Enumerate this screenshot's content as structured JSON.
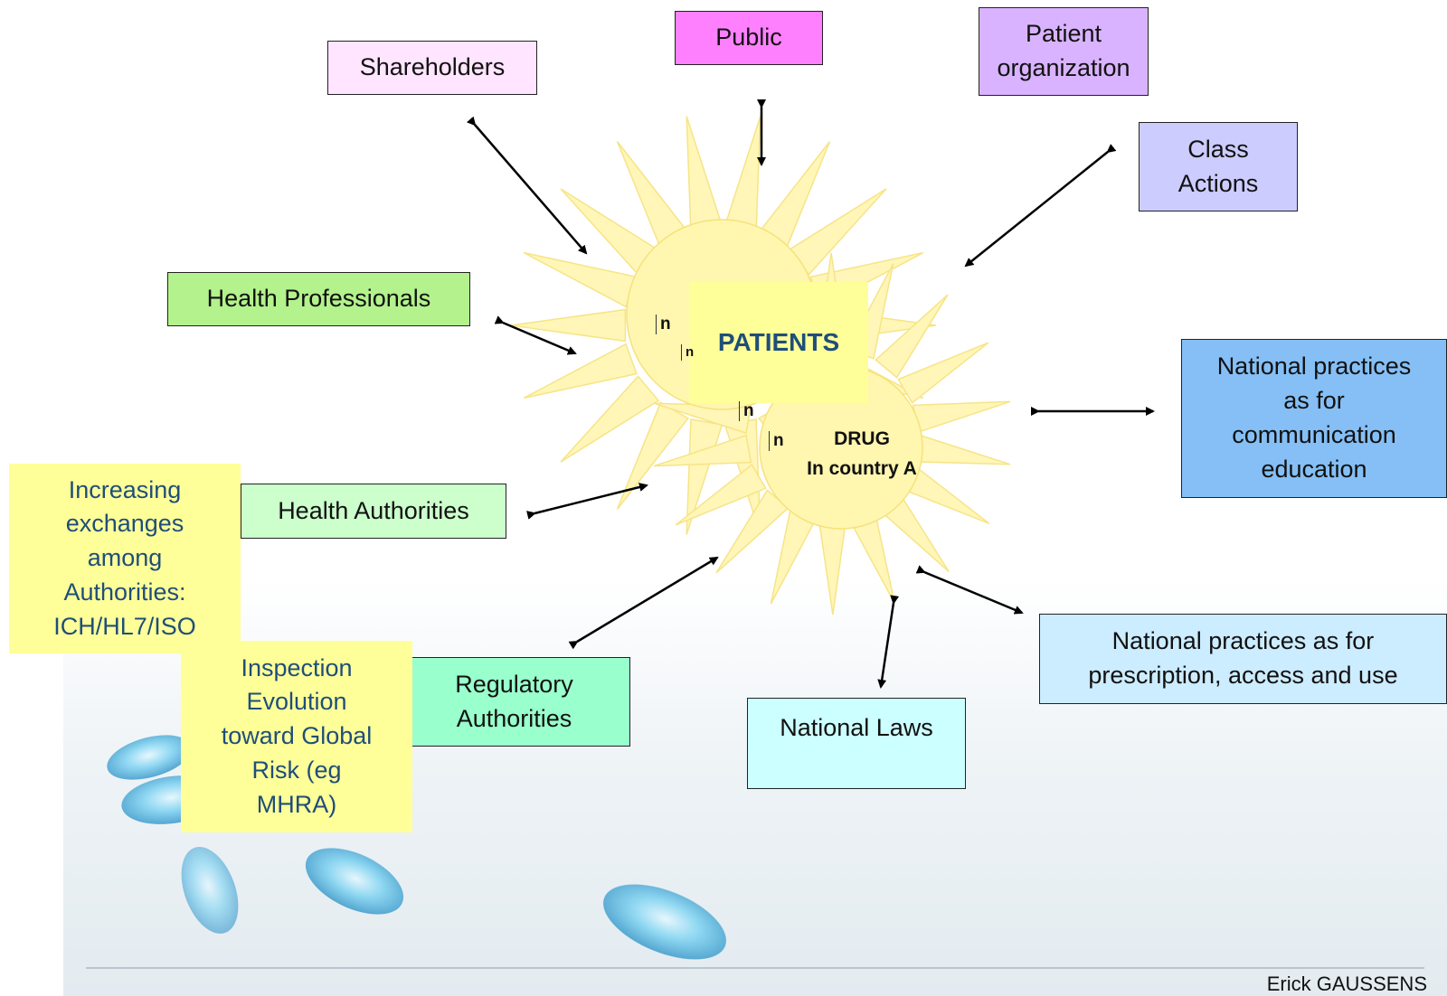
{
  "center": {
    "patients": "PATIENTS",
    "drug": "DRUG\nIn country A",
    "markers": [
      "n",
      "n",
      "n",
      "n"
    ]
  },
  "boxes": {
    "shareholders": "Shareholders",
    "public": "Public",
    "patient_organization": "Patient\norganization",
    "class_actions": "Class\nActions",
    "health_professionals": "Health Professionals",
    "national_practices_communication": "National practices\nas for\ncommunication\neducation",
    "health_authorities": "Health Authorities",
    "regulatory_authorities": "Regulatory\nAuthorities",
    "national_laws": "National Laws",
    "national_practices_prescription": "National practices as for\nprescription, access and use"
  },
  "notes": {
    "increasing_exchanges": "Increasing\nexchanges\namong\nAuthorities:\nICH/HL7/ISO",
    "inspection_evolution": "Inspection\nEvolution\ntoward Global\nRisk (eg\nMHRA)"
  },
  "footer": {
    "author": "Erick GAUSSENS"
  },
  "colors": {
    "shareholders": "#ffe5ff",
    "public": "#ff80ff",
    "patient_organization": "#d9b3ff",
    "class_actions": "#ccccff",
    "health_professionals": "#b3f28c",
    "national_practices_communication": "#85bff5",
    "health_authorities": "#ccffcc",
    "regulatory_authorities": "#99ffcc",
    "national_laws": "#ccffff",
    "national_practices_prescription": "#ccecff",
    "notes": "#ffff99",
    "notes_text": "#1f4e79",
    "sun": "#fff6b0"
  }
}
